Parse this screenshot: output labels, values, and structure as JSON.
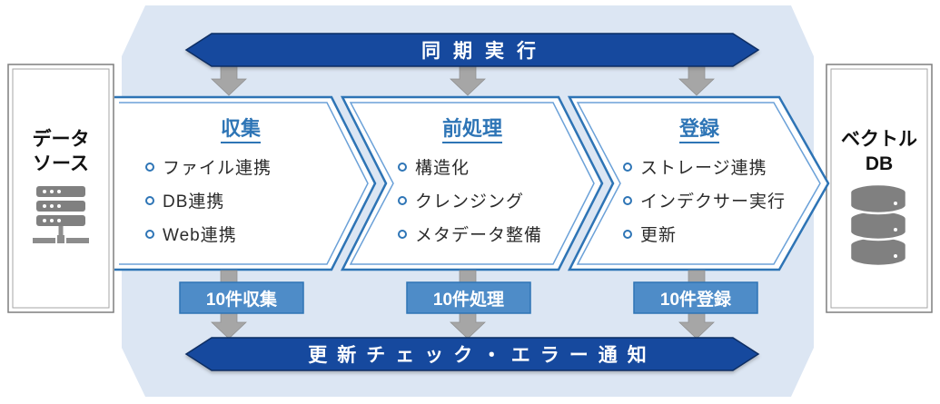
{
  "diagram": {
    "top_banner": {
      "label": "同期実行"
    },
    "bottom_banner": {
      "label": "更新チェック・エラー通知"
    },
    "left_box": {
      "line1": "データ",
      "line2": "ソース",
      "icon": "server-icon"
    },
    "right_box": {
      "line1": "ベクトル",
      "line2": "DB",
      "icon": "database-icon"
    },
    "stages": [
      {
        "title": "収集",
        "items": [
          "ファイル連携",
          "DB連携",
          "Web連携"
        ],
        "badge": "10件収集"
      },
      {
        "title": "前処理",
        "items": [
          "構造化",
          "クレンジング",
          "メタデータ整備"
        ],
        "badge": "10件処理"
      },
      {
        "title": "登録",
        "items": [
          "ストレージ連携",
          "インデクサー実行",
          "更新"
        ],
        "badge": "10件登録"
      }
    ],
    "colors": {
      "panel_background": "#dce6f3",
      "banner_blue": "#164a9e",
      "banner_edge": "#0c2d63",
      "chevron_border": "#2e74b5",
      "chevron_inner_line": "#6ba1d8",
      "badge_fill": "#4e8cc8",
      "arrow_gray": "#a6a6a6",
      "stage_title_blue": "#2e75b6",
      "box_border_gray": "#7f7f7f",
      "icon_gray": "#808080"
    }
  }
}
